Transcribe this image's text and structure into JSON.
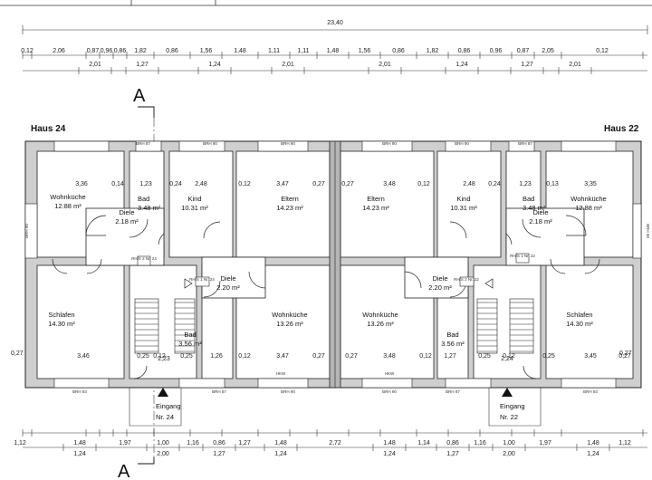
{
  "overall_width": "23,40",
  "houses": {
    "left": "Haus 24",
    "right": "Haus 22"
  },
  "section": {
    "top": "A",
    "bottom": "A"
  },
  "top_dims_row1": [
    "0,12",
    "2,06",
    "0,87",
    "0,96",
    "0,86",
    "1,82",
    "0,86",
    "1,56",
    "1,48",
    "1,11",
    "1,11",
    "1,48",
    "1,56",
    "0,86",
    "1,82",
    "0,86",
    "0,96",
    "0,87",
    "2,05",
    "0,12"
  ],
  "top_dims_row2": [
    "2,01",
    "1,27",
    "1,24",
    "2,01",
    "2,01",
    "1,24",
    "1,27",
    "2,01"
  ],
  "bottom_dims_row1": [
    "1,12",
    "1,48",
    "1,97",
    "1,00",
    "1,16",
    "0,86",
    "1,27",
    "1,48",
    "2,72",
    "1,48",
    "1,14",
    "0,86",
    "1,16",
    "1,00",
    "1,97",
    "1,48",
    "1,12"
  ],
  "bottom_dims_row2": [
    "1,24",
    "2,00",
    "1,27",
    "1,24",
    "1,24",
    "1,27",
    "2,00",
    "1,24"
  ],
  "side_dims": {
    "left": "0,27",
    "right": "0,27"
  },
  "rooms": [
    {
      "name": "Wohnküche",
      "area": "12.88 m²"
    },
    {
      "name": "Bad",
      "area": "3.48 m²"
    },
    {
      "name": "Kind",
      "area": "10.31 m²"
    },
    {
      "name": "Eltern",
      "area": "14.23 m²"
    },
    {
      "name": "Eltern",
      "area": "14.23 m²"
    },
    {
      "name": "Kind",
      "area": "10.31 m²"
    },
    {
      "name": "Bad",
      "area": "3.48 m²"
    },
    {
      "name": "Wohnküche",
      "area": "12.88 m²"
    },
    {
      "name": "Diele",
      "area": "2.18 m²"
    },
    {
      "name": "Diele",
      "area": "2.18 m²"
    },
    {
      "name": "Diele",
      "area": "2.20 m²"
    },
    {
      "name": "Diele",
      "area": "2.20 m²"
    },
    {
      "name": "Schlafen",
      "area": "14.30 m²"
    },
    {
      "name": "Bad",
      "area": "3.56 m²"
    },
    {
      "name": "Wohnküche",
      "area": "13.26 m²"
    },
    {
      "name": "Wohnküche",
      "area": "13.26 m²"
    },
    {
      "name": "Bad",
      "area": "3.56 m²"
    },
    {
      "name": "Schlafen",
      "area": "14.30 m²"
    }
  ],
  "inner_dims": {
    "upper": [
      "3,36",
      "0,14",
      "1,23",
      "0,24",
      "2,48",
      "0,12",
      "3,47",
      "0,27",
      "0,27",
      "3,48",
      "0,12",
      "2,48",
      "0,24",
      "1,23",
      "0,13",
      "3,35"
    ],
    "lower": [
      "3,46",
      "0,25",
      "0,12",
      "0,25",
      "1,26",
      "0,12",
      "3,47",
      "0,27",
      "0,27",
      "3,48",
      "0,12",
      "1,27",
      "0,25",
      "0,12",
      "0,25",
      "3,45",
      "0,27"
    ],
    "stair": [
      "2,23",
      "2,24"
    ]
  },
  "window_tags": {
    "top": [
      "BRH 87",
      "BRH 90",
      "BRH 90",
      "BRH 90",
      "BRH 90",
      "BRH 87"
    ],
    "bottom": [
      "BRH 93",
      "BRH 87",
      "BRH 90",
      "BRH 90",
      "BRH 87",
      "BRH 93"
    ],
    "mid": [
      "HKW",
      "HKW"
    ],
    "side": [
      "BRH 90",
      "BRH 90"
    ]
  },
  "shaft_tags": [
    "RH/S 2 Nr. 24",
    "RH/S 1 Nr. 24",
    "RH/S 2 Nr. 22",
    "RH/S 1 Nr. 22"
  ],
  "entrances": [
    {
      "label": "Eingang",
      "number": "Nr. 24"
    },
    {
      "label": "Eingang",
      "number": "Nr. 22"
    }
  ]
}
